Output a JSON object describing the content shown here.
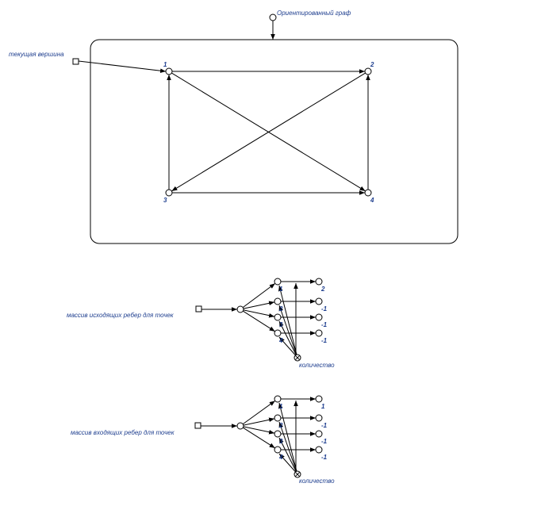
{
  "graph": {
    "title": "Ориентированный граф",
    "current_vertex_label": "текущая вершина",
    "vertices": [
      {
        "id": "1",
        "label": "1"
      },
      {
        "id": "2",
        "label": "2"
      },
      {
        "id": "3",
        "label": "3"
      },
      {
        "id": "4",
        "label": "4"
      }
    ],
    "edges": [
      {
        "from": "1",
        "to": "2"
      },
      {
        "from": "1",
        "to": "4"
      },
      {
        "from": "2",
        "to": "3"
      },
      {
        "from": "3",
        "to": "1"
      },
      {
        "from": "3",
        "to": "4"
      },
      {
        "from": "4",
        "to": "2"
      }
    ]
  },
  "outgoing": {
    "label": "массив исходящих ребер для точек",
    "count_label": "количество",
    "rows": [
      {
        "index": "1",
        "value": "2"
      },
      {
        "index": "2",
        "value": "-1"
      },
      {
        "index": "3",
        "value": "-1"
      },
      {
        "index": "4",
        "value": "-1"
      }
    ]
  },
  "incoming": {
    "label": "массив входящих ребер для точек",
    "count_label": "количество",
    "rows": [
      {
        "index": "1",
        "value": "1"
      },
      {
        "index": "2",
        "value": "-1"
      },
      {
        "index": "3",
        "value": "-1"
      },
      {
        "index": "4",
        "value": "-1"
      }
    ]
  }
}
